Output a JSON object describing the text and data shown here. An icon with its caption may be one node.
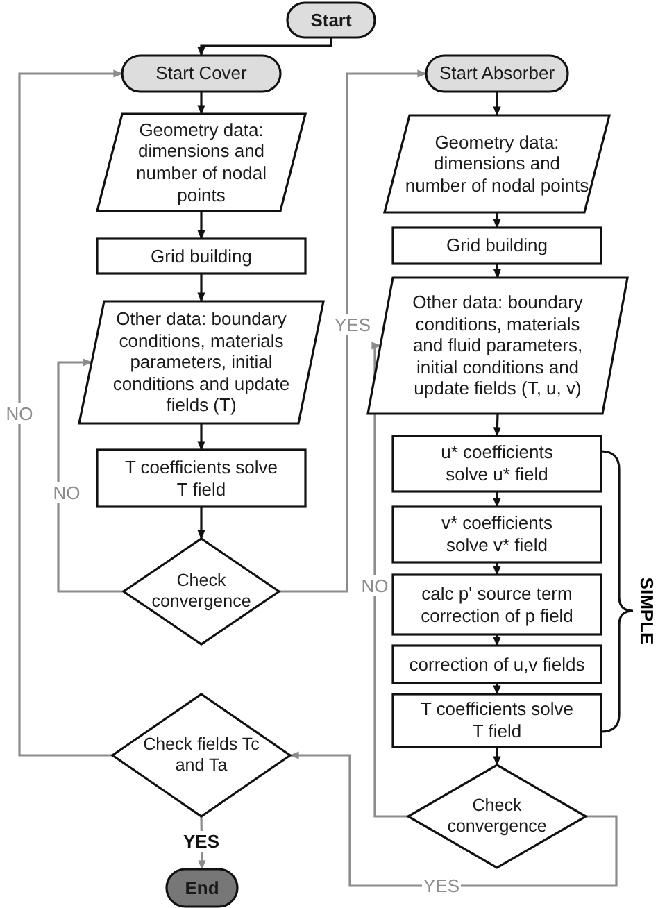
{
  "diagram": {
    "nodes": [
      {
        "text": [
          "Start"
        ]
      },
      {
        "text": [
          "Start Cover"
        ]
      },
      {
        "text": [
          "Geometry data: dimensions and number of nodal points"
        ]
      },
      {
        "text": [
          "Grid building"
        ]
      },
      {
        "text": [
          "Other data: boundary conditions, materials parameters, initial conditions and update fields (T)"
        ]
      },
      {
        "text": [
          "T coefficients solve T field"
        ]
      },
      {
        "text": [
          "Check convergence"
        ]
      },
      {
        "text": [
          "Start Absorber"
        ]
      },
      {
        "text": [
          "Geometry data: dimensions and number of nodal points"
        ]
      },
      {
        "text": [
          "Grid building"
        ]
      },
      {
        "text": [
          "Other data: boundary conditions, materials and fluid parameters, initial conditions and update fields (T, u, v)"
        ]
      },
      {
        "text": [
          "u* coefficients solve u* field"
        ]
      },
      {
        "text": [
          "v* coefficients solve v* field"
        ]
      },
      {
        "text": [
          "calc p' source term correction of p field"
        ]
      },
      {
        "text": [
          "correction of u,v fields"
        ]
      },
      {
        "text": [
          "T coefficients solve T field"
        ]
      },
      {
        "text": [
          "Check convergence"
        ]
      },
      {
        "text": [
          "Check fields Tc and Ta"
        ]
      },
      {
        "text": [
          "End"
        ]
      }
    ],
    "edges": [
      {
        "from": 0,
        "to": 1,
        "arrow": "to"
      },
      {
        "from": 1,
        "to": 2,
        "arrow": "to"
      },
      {
        "from": 2,
        "to": 3,
        "arrow": "to"
      },
      {
        "from": 3,
        "to": 4,
        "arrow": "to"
      },
      {
        "from": 4,
        "to": 5,
        "arrow": "to"
      },
      {
        "from": 5,
        "to": 6,
        "arrow": "to"
      },
      {
        "from": 6,
        "to": 4,
        "arrow": "to",
        "label": "NO",
        "color": "#8c8c8c"
      },
      {
        "from": 6,
        "to": 7,
        "arrow": "to",
        "label": "YES",
        "color": "#8c8c8c"
      },
      {
        "from": 7,
        "to": 8,
        "arrow": "to"
      },
      {
        "from": 8,
        "to": 9,
        "arrow": "to"
      },
      {
        "from": 9,
        "to": 10,
        "arrow": "to"
      },
      {
        "from": 10,
        "to": 11,
        "arrow": "to"
      },
      {
        "from": 11,
        "to": 12,
        "arrow": "to"
      },
      {
        "from": 12,
        "to": 13,
        "arrow": "to"
      },
      {
        "from": 13,
        "to": 14,
        "arrow": "to"
      },
      {
        "from": 14,
        "to": 15,
        "arrow": "to"
      },
      {
        "from": 15,
        "to": 16,
        "arrow": "to"
      },
      {
        "from": 16,
        "to": 10,
        "arrow": "to",
        "label": "NO",
        "color": "#8c8c8c"
      },
      {
        "from": 16,
        "to": 17,
        "arrow": "to",
        "label": "YES",
        "color": "#8c8c8c"
      },
      {
        "from": 17,
        "to": 1,
        "arrow": "to",
        "label": "NO",
        "color": "#8c8c8c"
      },
      {
        "from": 17,
        "to": 18,
        "arrow": "to",
        "label": "YES",
        "color": "#8c8c8c"
      }
    ],
    "labels": [
      "SIMPLE"
    ]
  }
}
